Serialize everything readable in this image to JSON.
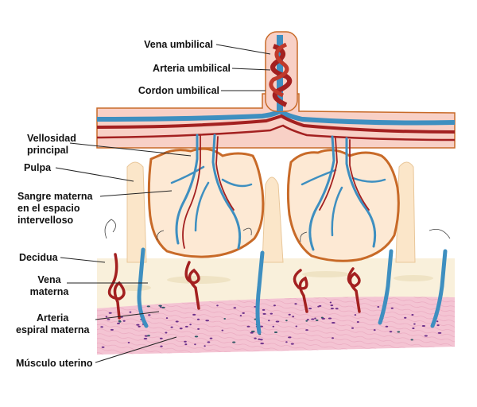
{
  "labels": {
    "vena_umbilical": "Vena umbilical",
    "arteria_umbilical": "Arteria umbilical",
    "cordon_umbilical": "Cordon umbilical",
    "vellosidad_principal_1": "Vellosidad",
    "vellosidad_principal_2": "principal",
    "pulpa": "Pulpa",
    "sangre_materna_1": "Sangre materna",
    "sangre_materna_2": "en el espacio",
    "sangre_materna_3": "intervelloso",
    "decidua": "Decidua",
    "vena_materna_1": "Vena",
    "vena_materna_2": "materna",
    "arteria_espiral_1": "Arteria",
    "arteria_espiral_2": "espiral materna",
    "musculo_uterino": "Músculo uterino"
  },
  "colors": {
    "vein_blue": "#3e8fc0",
    "artery_red": "#a32020",
    "villus_outline": "#c86a28",
    "villus_fill": "#fde9d4",
    "chorion_pink": "#f7cbc0",
    "decidua_beige": "#f8efd9",
    "muscle_pink": "#f3bfd0",
    "muscle_dots": "#6b2f8a"
  }
}
